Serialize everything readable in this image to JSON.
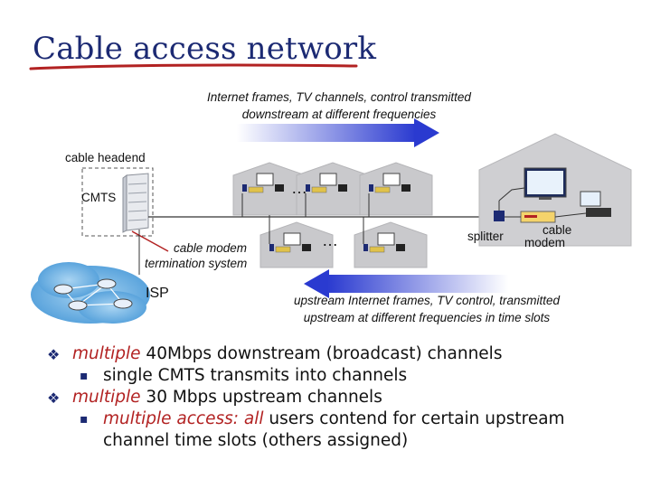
{
  "slide": {
    "title": "Cable access network",
    "colors": {
      "title": "#1c2a73",
      "arrow": "#2a3ad0",
      "house": "#c9c9cc",
      "accent_red": "#b22222"
    }
  },
  "diagram": {
    "downstream_label_line1": "Internet frames, TV channels, control  transmitted",
    "downstream_label_line2": "downstream at different frequencies",
    "cable_headend": "cable headend",
    "cmts": "CMTS",
    "cmts_desc_line1": "cable modem",
    "cmts_desc_line2": "termination system",
    "isp": "ISP",
    "ellipsis_top": "…",
    "ellipsis_bottom": "…",
    "splitter": "splitter",
    "cable_modem_line1": "cable",
    "cable_modem_line2": "modem",
    "upstream_label_line1": "upstream Internet frames, TV control,  transmitted",
    "upstream_label_line2": "upstream at different frequencies in time slots"
  },
  "bullets": [
    {
      "em": "multiple",
      "text": " 40Mbps downstream (broadcast) channels",
      "sub": [
        {
          "text": "single CMTS transmits into channels"
        }
      ]
    },
    {
      "em": "multiple",
      "text": " 30 Mbps upstream channels",
      "sub": [
        {
          "em1": "multiple access:",
          "mid": " ",
          "em2": "all",
          "text": " users contend for certain upstream channel time slots (others assigned)"
        }
      ]
    }
  ]
}
